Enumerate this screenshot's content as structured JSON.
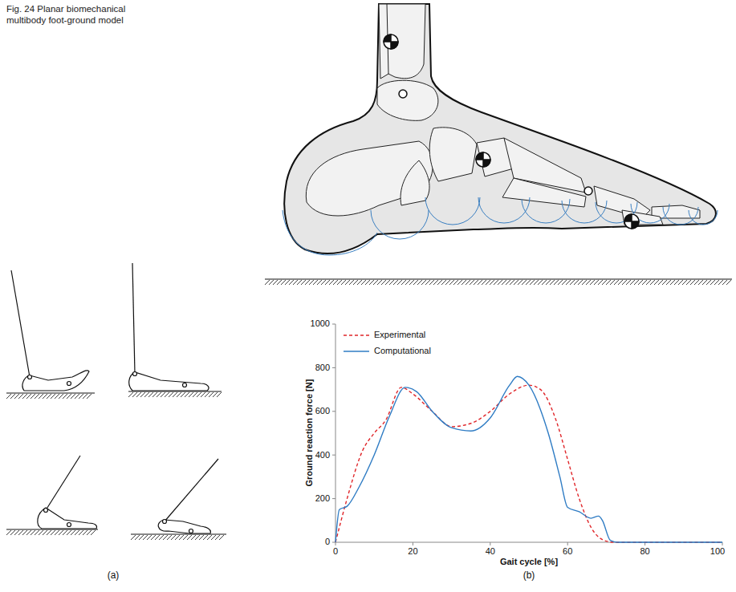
{
  "diagram": {
    "caption": "Fig. 24 Planar biomechanical multibody foot-ground model",
    "labels": [
      "(a)",
      "(b)",
      "0",
      "200",
      "400",
      "600",
      "800",
      "1000",
      "0",
      "20",
      "40",
      "60",
      "80",
      "100",
      "Ground reaction force [N]",
      "Gait cycle [%]"
    ],
    "legend": [
      {
        "text": "Experimental"
      },
      {
        "text": "Computational"
      }
    ]
  }
}
